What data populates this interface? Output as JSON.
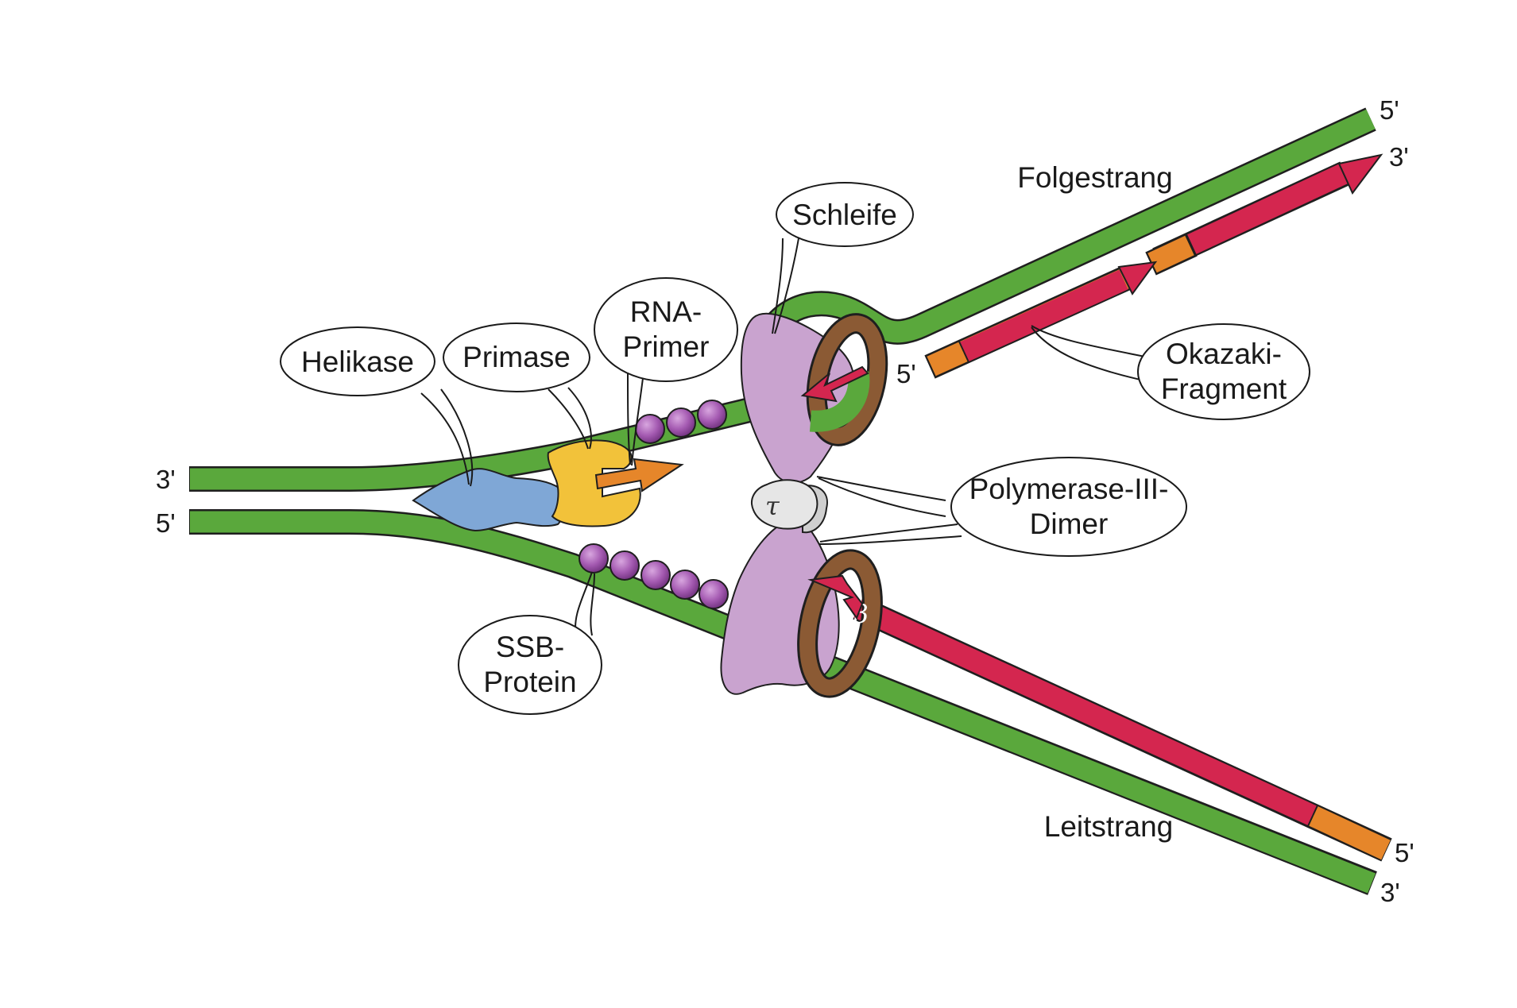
{
  "labels": {
    "helikase": "Helikase",
    "primase": "Primase",
    "rna_primer_1": "RNA-",
    "rna_primer_2": "Primer",
    "schleife": "Schleife",
    "folgestrang": "Folgestrang",
    "leitstrang": "Leitstrang",
    "okazaki_1": "Okazaki-",
    "okazaki_2": "Fragment",
    "polymerase_1": "Polymerase-III-",
    "polymerase_2": "Dimer",
    "ssb_1": "SSB-",
    "ssb_2": "Protein",
    "tau": "τ",
    "beta": "β"
  },
  "strand_ends": {
    "left_top": "3'",
    "left_bottom": "5'",
    "folge_template": "5'",
    "okazaki_tip": "3'",
    "okazaki_start": "5'",
    "leit_new": "5'",
    "leit_template": "3'"
  },
  "colors": {
    "dna_strand": "#5aa83c",
    "new_dna": "#d4264f",
    "rna_primer": "#e6862a",
    "helicase": "#7fa7d6",
    "primase": "#f2c23a",
    "polymerase": "#c9a3cf",
    "ssb_protein": "#9b4fa8",
    "beta_clamp": "#8b5a34",
    "tau": "#e4e4e4"
  }
}
